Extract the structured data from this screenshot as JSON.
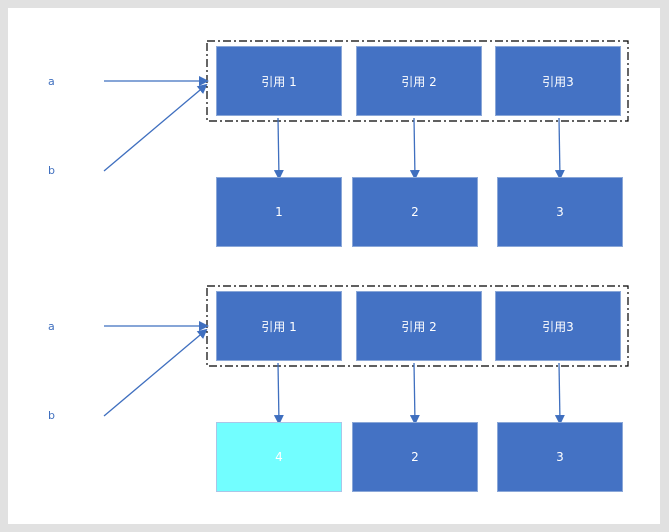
{
  "diagrams": [
    {
      "vars": [
        "a",
        "b"
      ],
      "refs": [
        "引用 1",
        "引用 2",
        "引用3"
      ],
      "values": [
        "1",
        "2",
        "3"
      ]
    },
    {
      "vars": [
        "a",
        "b"
      ],
      "refs": [
        "引用 1",
        "引用 2",
        "引用3"
      ],
      "values": [
        "4",
        "2",
        "3"
      ]
    }
  ],
  "colors": {
    "box": "#4472c4",
    "highlight": "#72feff",
    "arrow": "#3f6fbf"
  }
}
